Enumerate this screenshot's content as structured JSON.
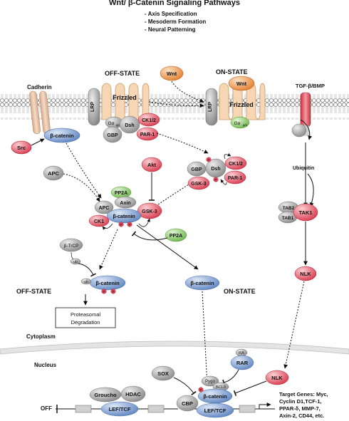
{
  "title": "Wnt/ β-Catenin Signaling Pathways",
  "subtitle_items": [
    "- Axis Specification",
    "- Mesoderm Formation",
    "- Neural Patterning"
  ],
  "states": {
    "off_top": "OFF-STATE",
    "on_top": "ON-STATE",
    "off_mid": "OFF-STATE",
    "on_mid": "ON-STATE"
  },
  "compartments": {
    "cytoplasm": "Cytoplasm",
    "nucleus": "Nucleus"
  },
  "membrane": {
    "cadherin": "Cadherin",
    "lrp_left": "LRP",
    "frizzled_left": "Frizzled",
    "lrp_right": "LRP",
    "frizzled_right": "Frizzled",
    "wnt_top": "Wnt",
    "wnt_bound": "Wnt",
    "tgf_bmp": "TGF-β/BMP"
  },
  "nodes": {
    "src": "Src",
    "bcat_cadherin": "β-catenin",
    "galpha_left": "Gα",
    "galpha_left_sub": "q/o",
    "galpha_right": "Gα",
    "galpha_right_sub": "q/o",
    "gbp_left": "GBP",
    "dsh_left": "Dsh",
    "ck12_left": "CK1/2",
    "par1_left": "PAR-1",
    "apc_free": "APC",
    "akt": "Akt",
    "gbp_right": "GBP",
    "dsh_right": "Dsh",
    "ck12_right": "CK1/2",
    "gsk3_right": "GSK-3",
    "par1_right": "PAR-1",
    "pp2a_complex": "PP2A",
    "axin": "Axin",
    "apc_complex": "APC",
    "bcat_complex": "β-catenin",
    "gsk3_complex": "GSK-3",
    "ck1_complex": "CK1",
    "pp2a_free": "PP2A",
    "btrcp": "β-TrCP",
    "ub1": "ub",
    "ub2": "ub",
    "bcat_degr": "β-catenin",
    "bcat_on": "β-catenin",
    "degradation_line1": "Proteasomal",
    "degradation_line2": "Degradation",
    "ubiquitin": "Ubiquitin",
    "tab2": "TAB2",
    "tab1": "TAB1",
    "tak1": "TAK1",
    "nlk_cyto": "NLK",
    "sox": "SOX",
    "ra": "RA",
    "rar": "RAR",
    "pygo": "Pygo",
    "bcl9": "BCL9",
    "bcat_nuc": "β-catenin",
    "nlk_nuc": "NLK",
    "groucho": "Groucho",
    "hdac": "HDAC",
    "leftcf_off": "LEF/TCF",
    "cbp": "CBP",
    "leftcf_on": "LEF/TCF",
    "off_label": "OFF",
    "p": "P"
  },
  "target_genes": {
    "line1": "Target Genes: Myc,",
    "line2": "Cyclin D1,TCF-1,",
    "line3": "PPAR-δ, MMP-7,",
    "line4": "Axin-2, CD44, etc."
  },
  "colors": {
    "red": "#e0485a",
    "red_light": "#f7b3b8",
    "blue": "#6f92c8",
    "blue_light": "#c9d8ef",
    "gray": "#8f8f8f",
    "gray_light": "#d4d4d4",
    "green": "#7fc15f",
    "green_light": "#cdebb5",
    "orange": "#e8893a",
    "orange_light": "#fbd5a8",
    "tan": "#e7c3a5"
  }
}
